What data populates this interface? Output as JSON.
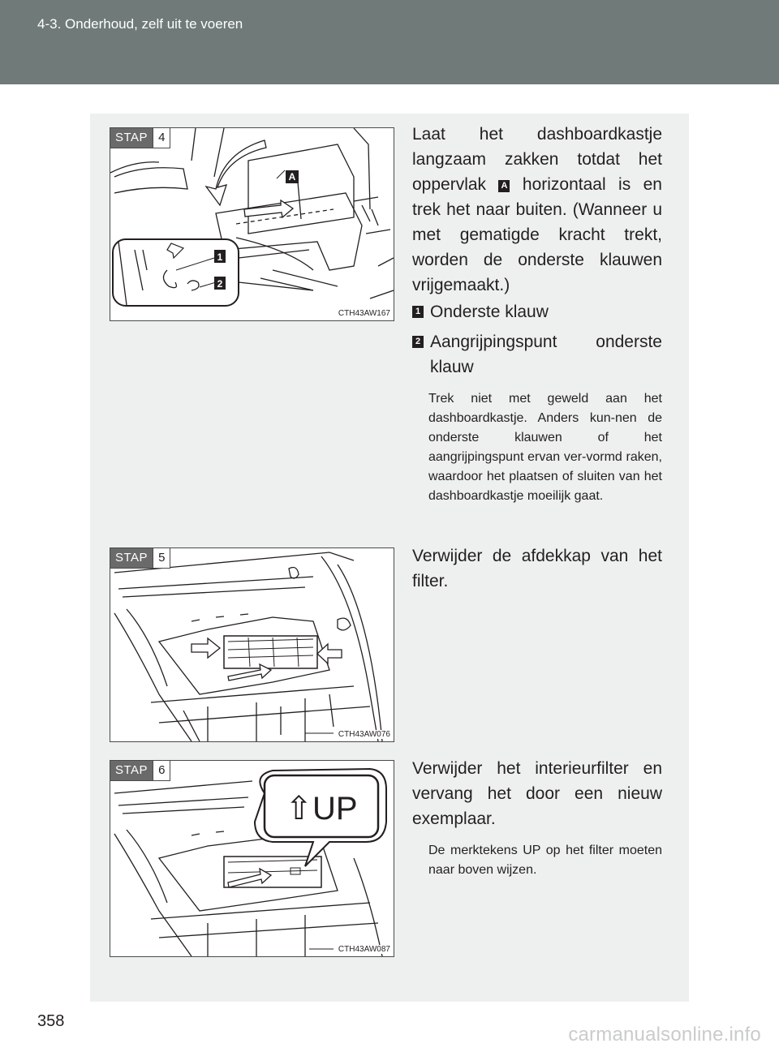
{
  "header": {
    "title": "4-3. Onderhoud, zelf uit te voeren"
  },
  "steps": [
    {
      "step_label": "STAP",
      "step_number": "4",
      "figure_code": "CTH43AW167",
      "figure_markers": [
        "A",
        "1",
        "2"
      ],
      "text_before_marker": "Laat het dashboardkastje langzaam zakken totdat het oppervlak",
      "marker": "A",
      "text_after_marker": "horizontaal is en trek het naar buiten. (Wanneer u met gematigde kracht trekt, worden de onderste klauwen vrijgemaakt.)",
      "items": [
        {
          "marker": "1",
          "label": "Onderste klauw"
        },
        {
          "marker": "2",
          "label": "Aangrijpingspunt onderste klauw"
        }
      ],
      "note": "Trek niet met geweld aan het dashboardkastje. Anders kun-nen de onderste klauwen of het aangrijpingspunt ervan ver-vormd raken, waardoor het plaatsen of sluiten van het dashboardkastje moeilijk gaat."
    },
    {
      "step_label": "STAP",
      "step_number": "5",
      "figure_code": "CTH43AW076",
      "text": "Verwijder de afdekkap van het filter."
    },
    {
      "step_label": "STAP",
      "step_number": "6",
      "figure_code": "CTH43AW087",
      "callout_label": "⇧UP",
      "text": "Verwijder het interieurfilter en vervang het door een nieuw exemplaar.",
      "note": "De merktekens UP op het filter moeten naar boven wijzen."
    }
  ],
  "page_number": "358",
  "watermark": "carmanualsonline.info",
  "colors": {
    "header_bg": "#6f7a79",
    "panel_bg": "#eef0f0",
    "text": "#231f20"
  }
}
